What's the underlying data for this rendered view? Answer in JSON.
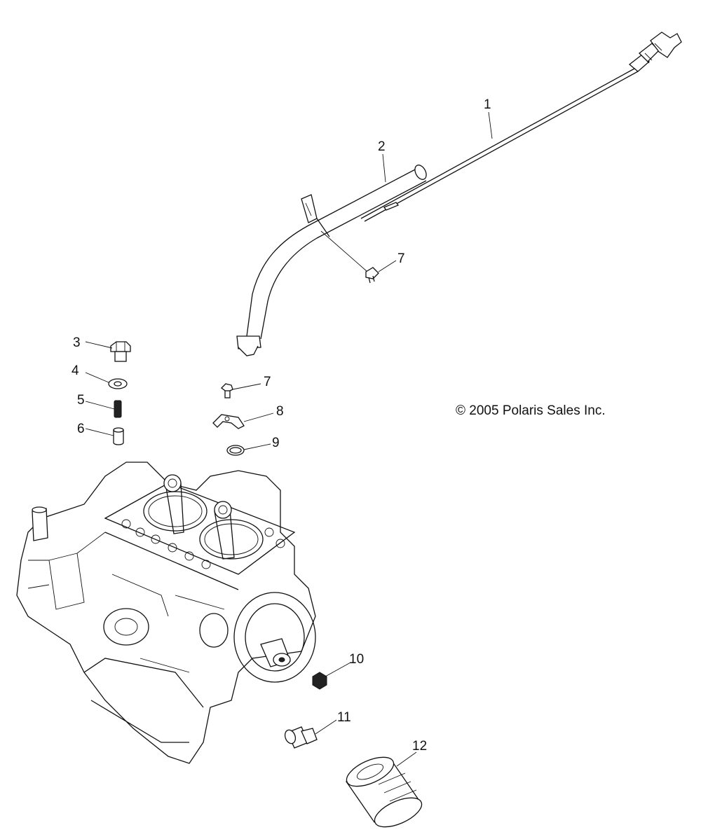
{
  "copyright": "© 2005 Polaris Sales Inc.",
  "callouts": {
    "c1": "1",
    "c2": "2",
    "c3": "3",
    "c4": "4",
    "c5": "5",
    "c6": "6",
    "c7a": "7",
    "c7b": "7",
    "c8": "8",
    "c9": "9",
    "c10": "10",
    "c11": "11",
    "c12": "12"
  }
}
